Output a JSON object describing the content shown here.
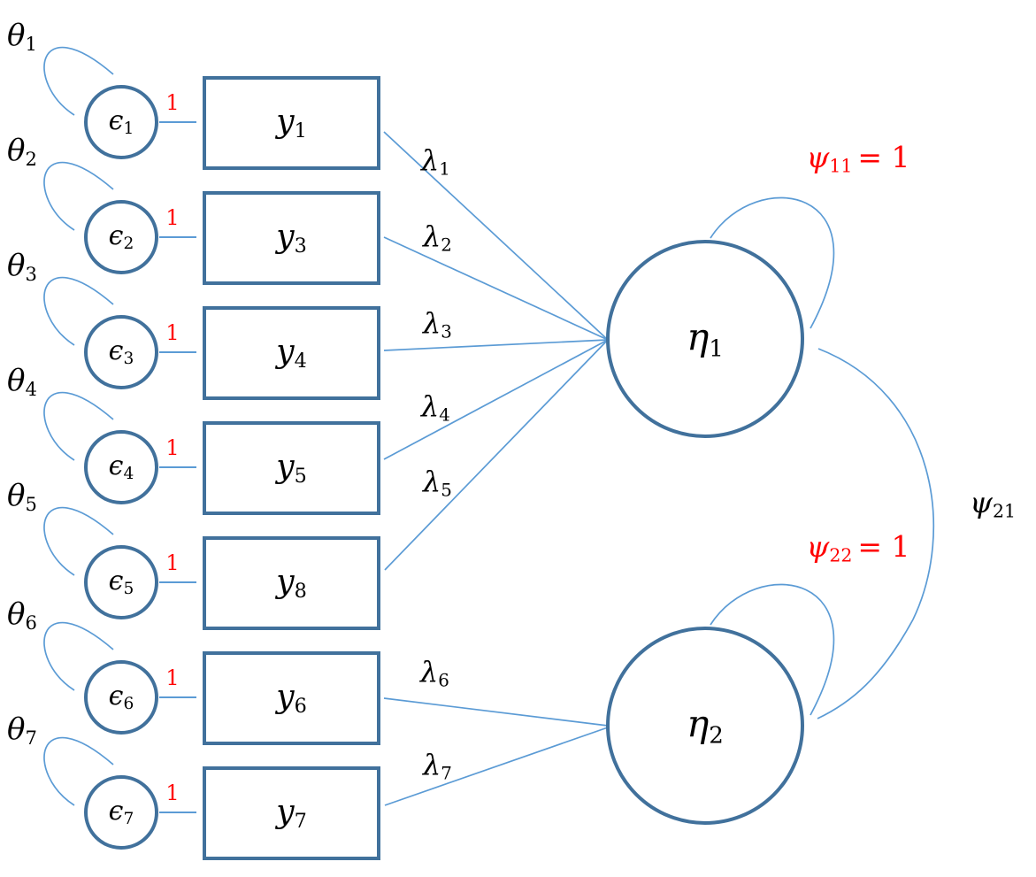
{
  "colors": {
    "shape_stroke": "#41719C",
    "arrow": "#5B9BD5",
    "fixed_value_red": "#FF0000",
    "text": "#000000"
  },
  "rows": [
    {
      "theta_base": "θ",
      "theta_sub": "1",
      "error_base": "ϵ",
      "error_sub": "1",
      "weight": "1",
      "indicator_base": "y",
      "indicator_sub": "1"
    },
    {
      "theta_base": "θ",
      "theta_sub": "2",
      "error_base": "ϵ",
      "error_sub": "2",
      "weight": "1",
      "indicator_base": "y",
      "indicator_sub": "3"
    },
    {
      "theta_base": "θ",
      "theta_sub": "3",
      "error_base": "ϵ",
      "error_sub": "3",
      "weight": "1",
      "indicator_base": "y",
      "indicator_sub": "4"
    },
    {
      "theta_base": "θ",
      "theta_sub": "4",
      "error_base": "ϵ",
      "error_sub": "4",
      "weight": "1",
      "indicator_base": "y",
      "indicator_sub": "5"
    },
    {
      "theta_base": "θ",
      "theta_sub": "5",
      "error_base": "ϵ",
      "error_sub": "5",
      "weight": "1",
      "indicator_base": "y",
      "indicator_sub": "8"
    },
    {
      "theta_base": "θ",
      "theta_sub": "6",
      "error_base": "ϵ",
      "error_sub": "6",
      "weight": "1",
      "indicator_base": "y",
      "indicator_sub": "6"
    },
    {
      "theta_base": "θ",
      "theta_sub": "7",
      "error_base": "ϵ",
      "error_sub": "7",
      "weight": "1",
      "indicator_base": "y",
      "indicator_sub": "7"
    }
  ],
  "loadings": [
    {
      "base": "λ",
      "sub": "1"
    },
    {
      "base": "λ",
      "sub": "2"
    },
    {
      "base": "λ",
      "sub": "3"
    },
    {
      "base": "λ",
      "sub": "4"
    },
    {
      "base": "λ",
      "sub": "5"
    },
    {
      "base": "λ",
      "sub": "6"
    },
    {
      "base": "λ",
      "sub": "7"
    }
  ],
  "factors": [
    {
      "base": "η",
      "sub": "1"
    },
    {
      "base": "η",
      "sub": "2"
    }
  ],
  "variances": {
    "psi11": {
      "base": "ψ",
      "sub": "11",
      "value": "= 1"
    },
    "psi22": {
      "base": "ψ",
      "sub": "22",
      "value": "= 1"
    },
    "psi21": {
      "base": "ψ",
      "sub": "21"
    }
  }
}
